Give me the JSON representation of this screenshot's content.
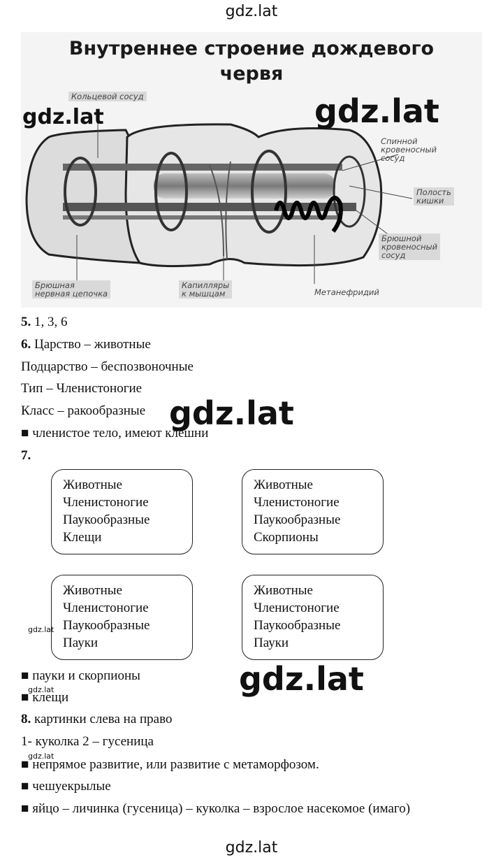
{
  "watermark": "gdz.lat",
  "figure": {
    "title_line1": "Внутреннее строение дождевого",
    "title_line2": "червя",
    "labels": {
      "ring_vessel": "Кольцевой сосуд",
      "dorsal_vessel": [
        "Спинной",
        "кровеносный",
        "сосуд"
      ],
      "gut_cavity": [
        "Полость",
        "кишки"
      ],
      "ventral_vessel": [
        "Брюшной",
        "кровеносный",
        "сосуд"
      ],
      "nerve_chain": [
        "Брюшная",
        "нервная цепочка"
      ],
      "capillaries": [
        "Капилляры",
        "к мышцам"
      ],
      "metanephridium": "Метанефридий"
    }
  },
  "answers": {
    "q5": {
      "num": "5.",
      "text": "1, 3, 6"
    },
    "q6": {
      "num": "6.",
      "text": "Царство – животные"
    },
    "q6_lines": [
      "Подцарство – беспозвоночные",
      "Тип – Членистоногие",
      "Класс – ракообразные",
      "■ членистое тело, имеют клешни"
    ],
    "q7": {
      "num": "7."
    },
    "boxes": [
      [
        "Животные",
        "Членистоногие",
        "Паукообразные",
        "Клещи"
      ],
      [
        "Животные",
        "Членистоногие",
        "Паукообразные",
        "Скорпионы"
      ],
      [
        "Животные",
        "Членистоногие",
        "Паукообразные",
        "Пауки"
      ],
      [
        "Животные",
        "Членистоногие",
        "Паукообразные",
        "Пауки"
      ]
    ],
    "q7_lines": [
      "■ пауки и скорпионы",
      "■ клещи"
    ],
    "q8": {
      "num": "8.",
      "text": "картинки слева на право"
    },
    "q8_lines": [
      "1- куколка   2 – гусеница",
      "■ непрямое развитие, или развитие с метаморфозом.",
      "■ чешуекрылые",
      "■ яйцо – личинка (гусеница) – куколка – взрослое насекомое (имаго)"
    ]
  }
}
